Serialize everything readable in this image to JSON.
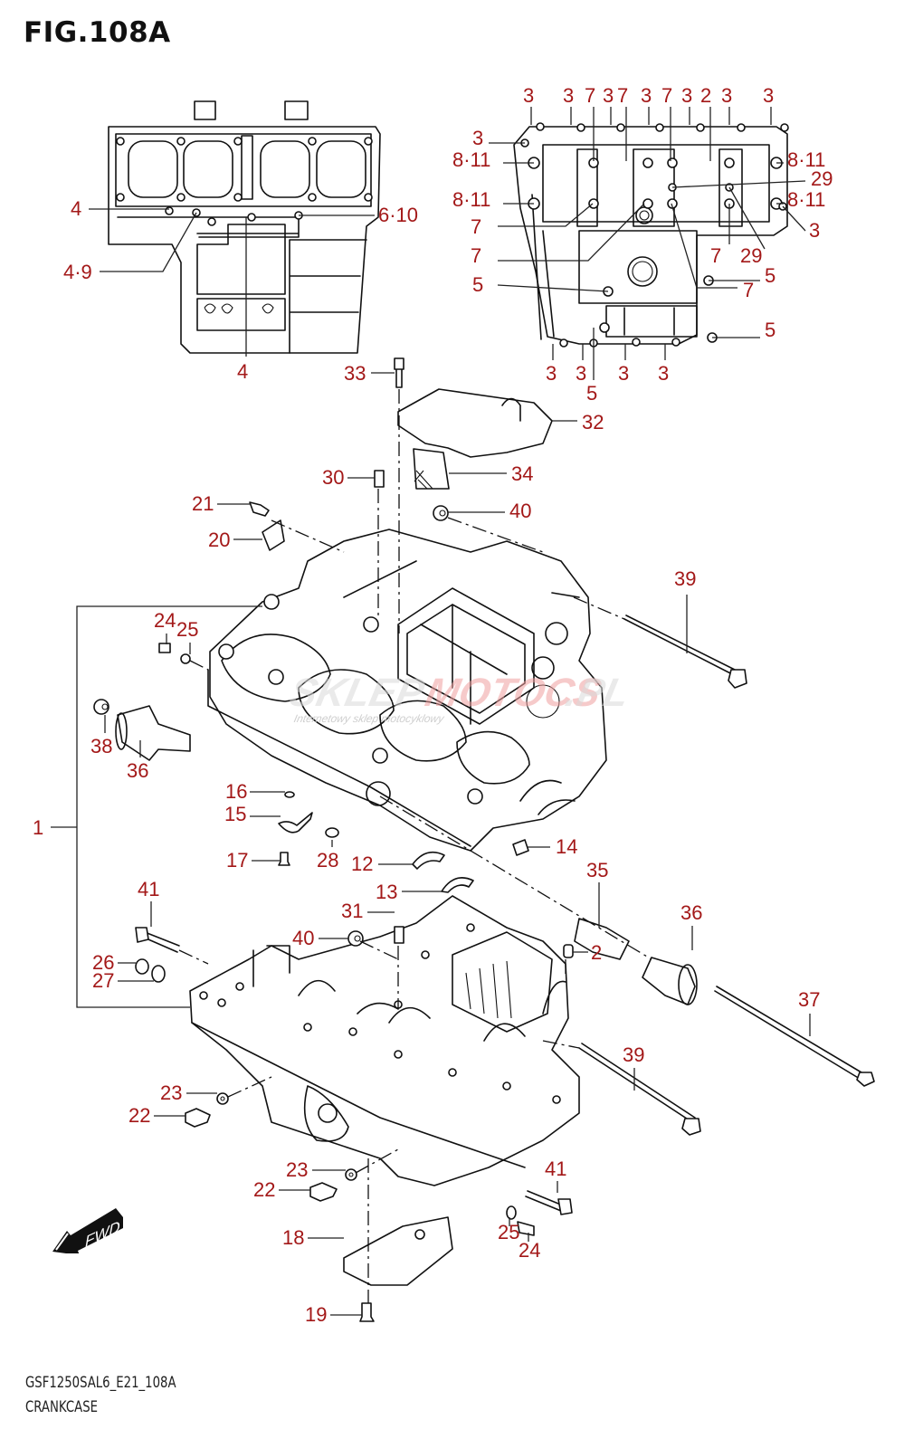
{
  "figure": {
    "title": "FIG.108A",
    "code": "GSF1250SAL6_E21_108A",
    "name": "CRANKCASE"
  },
  "watermark": {
    "text_gray": "SKLEP",
    "text_red": "MOTOCS",
    "suffix": ".PL",
    "subtitle": "Internetowy sklep motocyklowy"
  },
  "fwd_badge": {
    "label": "FWD",
    "icon": "forward-arrow-icon"
  },
  "colors": {
    "callout": "#a31818",
    "line": "#111111",
    "background": "#ffffff"
  },
  "callouts": {
    "upper_left_view": [
      "4",
      "4·9",
      "6·10",
      "4"
    ],
    "upper_right_view": [
      "3",
      "3",
      "7",
      "3",
      "7",
      "3",
      "7",
      "3",
      "2",
      "3",
      "3",
      "3",
      "8·11",
      "8·11",
      "8·11",
      "8·11",
      "29",
      "7",
      "7",
      "3",
      "7",
      "29",
      "5",
      "5",
      "7",
      "5",
      "3",
      "3",
      "3",
      "3",
      "5"
    ],
    "main_assembly": [
      "33",
      "32",
      "30",
      "34",
      "21",
      "40",
      "20",
      "39",
      "24",
      "25",
      "38",
      "36",
      "16",
      "15",
      "17",
      "28",
      "1",
      "14",
      "12",
      "13",
      "35",
      "41",
      "31",
      "40",
      "36",
      "2",
      "26",
      "27",
      "37",
      "39",
      "23",
      "22",
      "23",
      "22",
      "41",
      "18",
      "25",
      "24",
      "19"
    ]
  }
}
